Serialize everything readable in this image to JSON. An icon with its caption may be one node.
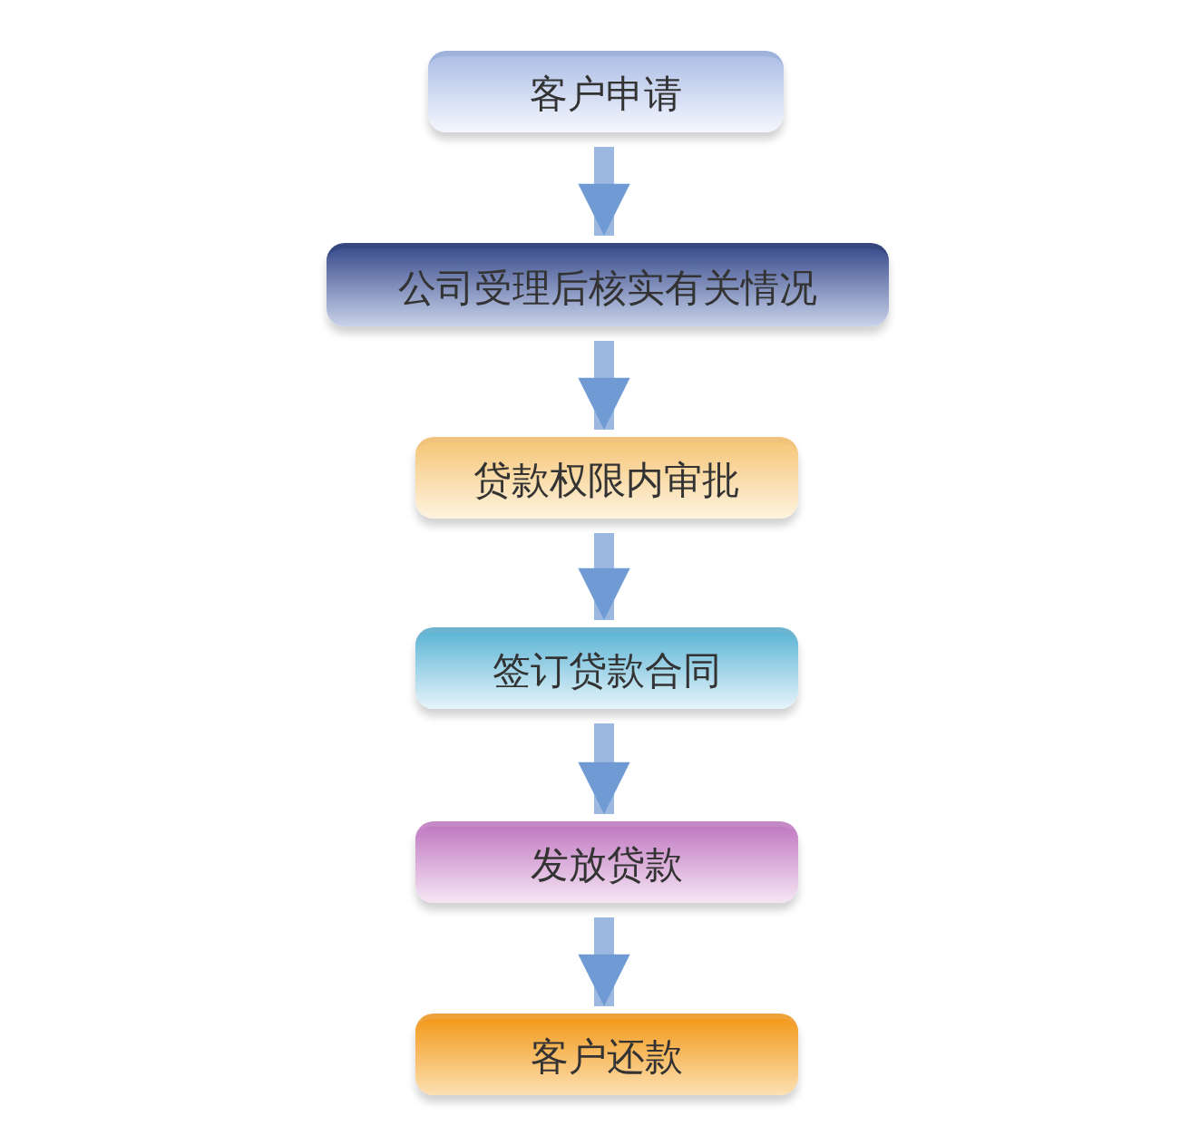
{
  "diagram": {
    "nodes": [
      {
        "text": [
          "客户申请"
        ]
      },
      {
        "text": [
          "公司受理后核实有关情况"
        ]
      },
      {
        "text": [
          "贷款权限内审批"
        ]
      },
      {
        "text": [
          "签订贷款合同"
        ]
      },
      {
        "text": [
          "发放贷款"
        ]
      },
      {
        "text": [
          "客户还款"
        ]
      }
    ],
    "edges": [
      {
        "from": 0,
        "to": 1,
        "arrow": "to"
      },
      {
        "from": 1,
        "to": 2,
        "arrow": "to"
      },
      {
        "from": 2,
        "to": 3,
        "arrow": "to"
      },
      {
        "from": 3,
        "to": 4,
        "arrow": "to"
      },
      {
        "from": 4,
        "to": 5,
        "arrow": "to"
      }
    ]
  }
}
